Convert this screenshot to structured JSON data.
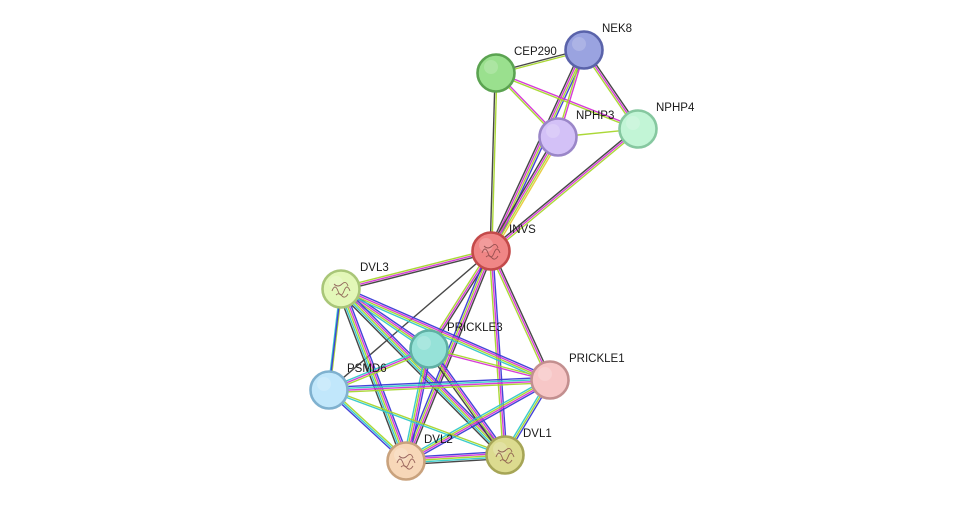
{
  "network": {
    "nodes": [
      {
        "id": "INVS",
        "label": "INVS",
        "fill": "#f08686",
        "stroke": "#c34a4a",
        "glyph": "protein-structure"
      },
      {
        "id": "NEK8",
        "label": "NEK8",
        "fill": "#9aa3e0",
        "stroke": "#5a63aa",
        "glyph": ""
      },
      {
        "id": "CEP290",
        "label": "CEP290",
        "fill": "#9ae08e",
        "stroke": "#5ba351",
        "glyph": ""
      },
      {
        "id": "NPHP3",
        "label": "NPHP3",
        "fill": "#d3c1f7",
        "stroke": "#9a86c8",
        "glyph": ""
      },
      {
        "id": "NPHP4",
        "label": "NPHP4",
        "fill": "#c2f5d6",
        "stroke": "#86c8a0",
        "glyph": ""
      },
      {
        "id": "DVL3",
        "label": "DVL3",
        "fill": "#e3f7b8",
        "stroke": "#a9c678",
        "glyph": "protein-structure"
      },
      {
        "id": "PRICKLE3",
        "label": "PRICKLE3",
        "fill": "#96e2d8",
        "stroke": "#5fb0a4",
        "glyph": ""
      },
      {
        "id": "PRICKLE1",
        "label": "PRICKLE1",
        "fill": "#f7c7c7",
        "stroke": "#c38f8f",
        "glyph": ""
      },
      {
        "id": "PSMD6",
        "label": "PSMD6",
        "fill": "#c1e7fb",
        "stroke": "#7fb1cf",
        "glyph": ""
      },
      {
        "id": "DVL2",
        "label": "DVL2",
        "fill": "#f7d7b8",
        "stroke": "#c9a27d",
        "glyph": "protein-structure"
      },
      {
        "id": "DVL1",
        "label": "DVL1",
        "fill": "#dcdb8f",
        "stroke": "#a6a556",
        "glyph": "protein-structure"
      }
    ],
    "edges": [
      {
        "a": "INVS",
        "b": "NEK8",
        "colors": [
          "#3d3d3d",
          "#d534d5",
          "#a6d62c",
          "#3a3ad6"
        ]
      },
      {
        "a": "INVS",
        "b": "CEP290",
        "colors": [
          "#3d3d3d",
          "#a6d62c"
        ]
      },
      {
        "a": "INVS",
        "b": "NPHP3",
        "colors": [
          "#3d3d3d",
          "#d534d5",
          "#a6d62c",
          "#e8c93a"
        ]
      },
      {
        "a": "INVS",
        "b": "NPHP4",
        "colors": [
          "#3d3d3d",
          "#d534d5",
          "#a6d62c"
        ]
      },
      {
        "a": "CEP290",
        "b": "NEK8",
        "colors": [
          "#3d3d3d",
          "#a6d62c"
        ]
      },
      {
        "a": "CEP290",
        "b": "NPHP3",
        "colors": [
          "#d534d5",
          "#a6d62c"
        ]
      },
      {
        "a": "CEP290",
        "b": "NPHP4",
        "colors": [
          "#d534d5",
          "#a6d62c"
        ]
      },
      {
        "a": "NEK8",
        "b": "NPHP3",
        "colors": [
          "#d534d5",
          "#a6d62c"
        ]
      },
      {
        "a": "NEK8",
        "b": "NPHP4",
        "colors": [
          "#3d3d3d",
          "#d534d5",
          "#a6d62c"
        ]
      },
      {
        "a": "NPHP3",
        "b": "NPHP4",
        "colors": [
          "#a6d62c"
        ]
      },
      {
        "a": "INVS",
        "b": "DVL3",
        "colors": [
          "#3d3d3d",
          "#d534d5",
          "#a6d62c"
        ]
      },
      {
        "a": "INVS",
        "b": "PRICKLE3",
        "colors": [
          "#3d3d3d",
          "#d534d5",
          "#a6d62c"
        ]
      },
      {
        "a": "INVS",
        "b": "PRICKLE1",
        "colors": [
          "#3d3d3d",
          "#d534d5",
          "#a6d62c"
        ]
      },
      {
        "a": "INVS",
        "b": "PSMD6",
        "colors": [
          "#3d3d3d"
        ]
      },
      {
        "a": "INVS",
        "b": "DVL2",
        "colors": [
          "#3d3d3d",
          "#d534d5",
          "#a6d62c",
          "#3a3ad6"
        ]
      },
      {
        "a": "INVS",
        "b": "DVL1",
        "colors": [
          "#3a3ad6",
          "#d534d5",
          "#a6d62c"
        ]
      },
      {
        "a": "DVL3",
        "b": "PRICKLE3",
        "colors": [
          "#3a3ad6",
          "#d534d5",
          "#a6d62c",
          "#31c9c9"
        ]
      },
      {
        "a": "DVL3",
        "b": "PRICKLE1",
        "colors": [
          "#3a3ad6",
          "#d534d5",
          "#a6d62c",
          "#31c9c9"
        ]
      },
      {
        "a": "DVL3",
        "b": "PSMD6",
        "colors": [
          "#a6d62c",
          "#31c9c9"
        ]
      },
      {
        "a": "DVL3",
        "b": "DVL2",
        "colors": [
          "#3a3ad6",
          "#d534d5",
          "#a6d62c",
          "#31c9c9",
          "#3d3d3d"
        ]
      },
      {
        "a": "DVL3",
        "b": "DVL1",
        "colors": [
          "#3a3ad6",
          "#d534d5",
          "#a6d62c",
          "#31c9c9",
          "#3d3d3d"
        ]
      },
      {
        "a": "PRICKLE3",
        "b": "PRICKLE1",
        "colors": [
          "#a6d62c",
          "#d534d5"
        ]
      },
      {
        "a": "PRICKLE3",
        "b": "PSMD6",
        "colors": [
          "#a6d62c",
          "#d534d5",
          "#31c9c9"
        ]
      },
      {
        "a": "PRICKLE3",
        "b": "DVL2",
        "colors": [
          "#3a3ad6",
          "#d534d5",
          "#a6d62c",
          "#31c9c9"
        ]
      },
      {
        "a": "PRICKLE3",
        "b": "DVL1",
        "colors": [
          "#3a3ad6",
          "#d534d5",
          "#a6d62c",
          "#3d3d3d"
        ]
      },
      {
        "a": "PRICKLE1",
        "b": "PSMD6",
        "colors": [
          "#a6d62c",
          "#d534d5",
          "#31c9c9",
          "#3a3ad6"
        ]
      },
      {
        "a": "PRICKLE1",
        "b": "DVL2",
        "colors": [
          "#3a3ad6",
          "#d534d5",
          "#a6d62c",
          "#31c9c9"
        ]
      },
      {
        "a": "PRICKLE1",
        "b": "DVL1",
        "colors": [
          "#3a3ad6",
          "#a6d62c",
          "#31c9c9"
        ]
      },
      {
        "a": "PSMD6",
        "b": "DVL2",
        "colors": [
          "#a6d62c",
          "#31c9c9",
          "#3a3ad6"
        ]
      },
      {
        "a": "PSMD6",
        "b": "DVL1",
        "colors": [
          "#a6d62c",
          "#31c9c9"
        ]
      },
      {
        "a": "DVL2",
        "b": "DVL1",
        "colors": [
          "#3a3ad6",
          "#d534d5",
          "#a6d62c",
          "#31c9c9",
          "#3d3d3d"
        ]
      },
      {
        "a": "PSMD6",
        "b": "DVL3",
        "colors": [
          "#3a3ad6"
        ]
      }
    ]
  }
}
